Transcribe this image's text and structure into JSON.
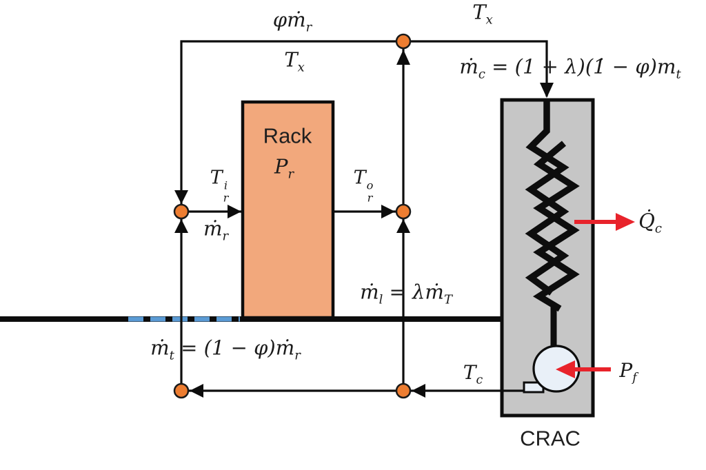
{
  "figure": {
    "type": "thermal-airflow-schematic",
    "components": [
      "Rack",
      "CRAC"
    ]
  },
  "labels": {
    "recirc_flow": [
      {
        "t": "φṁ",
        "sub": "r"
      }
    ],
    "tx_mid": [
      {
        "t": "T",
        "sub": "x"
      }
    ],
    "tx_right": [
      {
        "t": "T",
        "sub": "x"
      }
    ],
    "crac_flow_eq": [
      {
        "t": "ṁ",
        "sub": "c"
      },
      {
        "t": " = (1 + λ)(1̇ − φ)m",
        "sub": "t"
      }
    ],
    "rack_name": "Rack",
    "rack_power": [
      {
        "t": "P",
        "sub": "r"
      }
    ],
    "rack_inlet_temp": [
      {
        "t": "T",
        "sup": "i",
        "sub": "r"
      }
    ],
    "rack_flow": [
      {
        "t": "ṁ",
        "sub": "r"
      }
    ],
    "rack_outlet_temp": [
      {
        "t": "T",
        "sup": "o",
        "sub": "r"
      }
    ],
    "leakage_eq": [
      {
        "t": "ṁ",
        "sub": "l"
      },
      {
        "t": " = λṁ",
        "sub": "T"
      }
    ],
    "tile_flow_eq": [
      {
        "t": "ṁ",
        "sub": "t"
      },
      {
        "t": " = (1 − φ)ṁ",
        "sub": "r"
      }
    ],
    "crac_supply_temp": [
      {
        "t": "T",
        "sub": "c"
      }
    ],
    "cooling_load": [
      {
        "t": "Q̇",
        "sub": "c"
      }
    ],
    "fan_power": [
      {
        "t": "P",
        "sub": "f"
      }
    ],
    "crac_name": "CRAC"
  },
  "colors": {
    "line": "#0d0d0d",
    "rack_fill": "#F2A87C",
    "crac_fill": "#C6C6C6",
    "node_fill": "#ED7D31",
    "fan_fill": "#E9F0F8",
    "tile_blue": "#5B9BD5",
    "arrow_red": "#E8232B"
  }
}
